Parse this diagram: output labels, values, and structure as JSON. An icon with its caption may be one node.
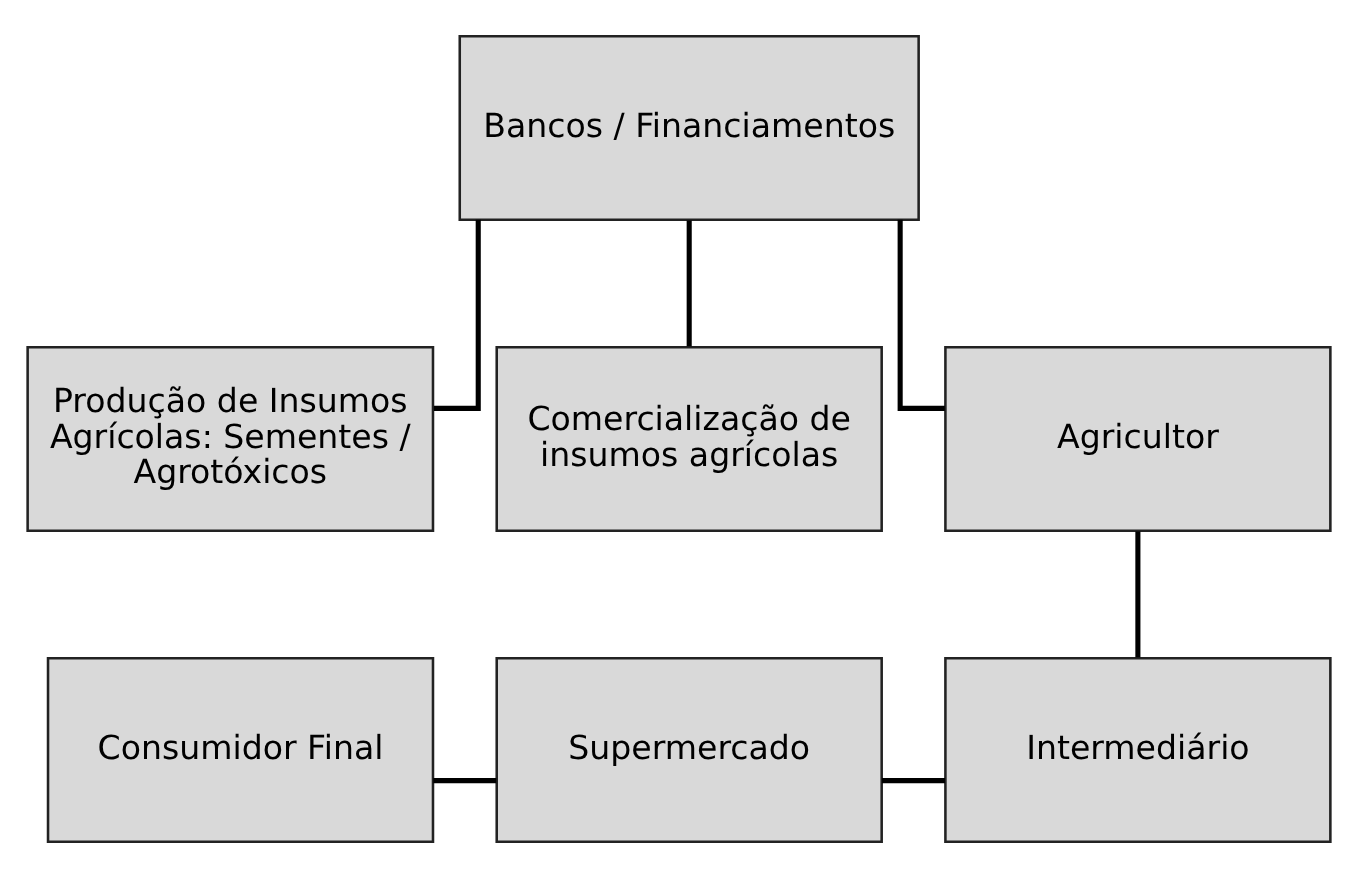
{
  "diagram": {
    "nodes": [
      {
        "text": [
          "Bancos / Financiamentos"
        ]
      },
      {
        "text": [
          "Produção de Insumos Agrícolas: Sementes / Agrotóxicos"
        ]
      },
      {
        "text": [
          "Comercialização de insumos agrícolas"
        ]
      },
      {
        "text": [
          "Agricultor"
        ]
      },
      {
        "text": [
          "Consumidor Final"
        ]
      },
      {
        "text": [
          "Supermercado"
        ]
      },
      {
        "text": [
          "Intermediário"
        ]
      }
    ],
    "edges": [
      {
        "from": 0,
        "to": 1,
        "arrow": "none"
      },
      {
        "from": 0,
        "to": 2,
        "arrow": "none"
      },
      {
        "from": 0,
        "to": 3,
        "arrow": "none"
      },
      {
        "from": 3,
        "to": 6,
        "arrow": "none"
      },
      {
        "from": 6,
        "to": 5,
        "arrow": "none"
      },
      {
        "from": 5,
        "to": 4,
        "arrow": "none"
      }
    ]
  }
}
